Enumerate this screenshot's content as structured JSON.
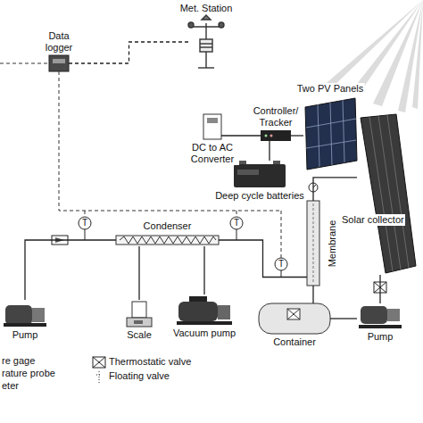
{
  "diagram": {
    "nodes": [
      {
        "text": [
          "Met. Station"
        ]
      },
      {
        "text": [
          "Data logger"
        ]
      },
      {
        "text": [
          "Two PV Panels"
        ]
      },
      {
        "text": [
          "DC to AC Converter"
        ]
      },
      {
        "text": [
          "Controller/ Tracker"
        ]
      },
      {
        "text": [
          "Deep cycle batteries"
        ]
      },
      {
        "text": [
          "Condenser"
        ]
      },
      {
        "text": [
          "Membrane"
        ]
      },
      {
        "text": [
          "Solar collector"
        ]
      },
      {
        "text": [
          "Pump"
        ]
      },
      {
        "text": [
          "Scale"
        ]
      },
      {
        "text": [
          "Vacuum pump"
        ]
      },
      {
        "text": [
          "Container"
        ]
      },
      {
        "text": [
          "Pump"
        ]
      }
    ],
    "edges": [
      {
        "from": 1,
        "to": 0,
        "arrow": "none"
      },
      {
        "from": 3,
        "to": 4,
        "arrow": "none"
      },
      {
        "from": 4,
        "to": 2,
        "arrow": "none"
      },
      {
        "from": 5,
        "to": 4,
        "arrow": "none"
      },
      {
        "from": 12,
        "to": 13,
        "arrow": "none"
      },
      {
        "from": 13,
        "to": 8,
        "arrow": "none"
      },
      {
        "from": 8,
        "to": 7,
        "arrow": "none"
      },
      {
        "from": 7,
        "to": 12,
        "arrow": "none"
      },
      {
        "from": 9,
        "to": 6,
        "arrow": "none"
      },
      {
        "from": 6,
        "to": 10,
        "arrow": "none"
      },
      {
        "from": 11,
        "to": 6,
        "arrow": "none"
      },
      {
        "from": 7,
        "to": 6,
        "arrow": "none"
      }
    ],
    "labels": [
      "T",
      "T",
      "T"
    ],
    "legend": [
      {
        "text": "re gage"
      },
      {
        "text": "rature probe"
      },
      {
        "text": "eter"
      },
      {
        "text": "Thermostatic valve"
      },
      {
        "text": "Floating valve"
      }
    ]
  }
}
